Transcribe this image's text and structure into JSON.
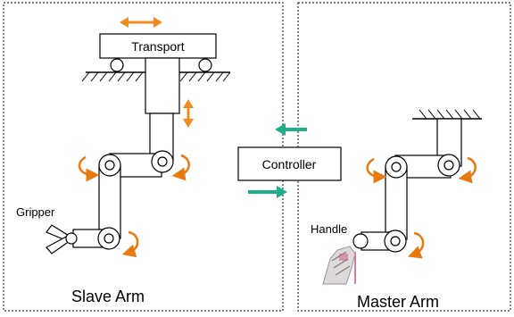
{
  "labels": {
    "transport": "Transport",
    "controller": "Controller",
    "gripper": "Gripper",
    "handle": "Handle",
    "slave_arm": "Slave Arm",
    "master_arm": "Master Arm"
  },
  "colors": {
    "motion_arrow": "#f08c1e",
    "signal_arrow": "#1fae8a",
    "rotation_arrow": "#e87a10",
    "hand_accent": "#e0608a",
    "panel_border": "#333333",
    "line": "#000000"
  },
  "icons": {
    "joint": "revolute-joint-icon",
    "ground": "hatched-ground-icon",
    "hand": "hand-holding-handle-icon"
  }
}
